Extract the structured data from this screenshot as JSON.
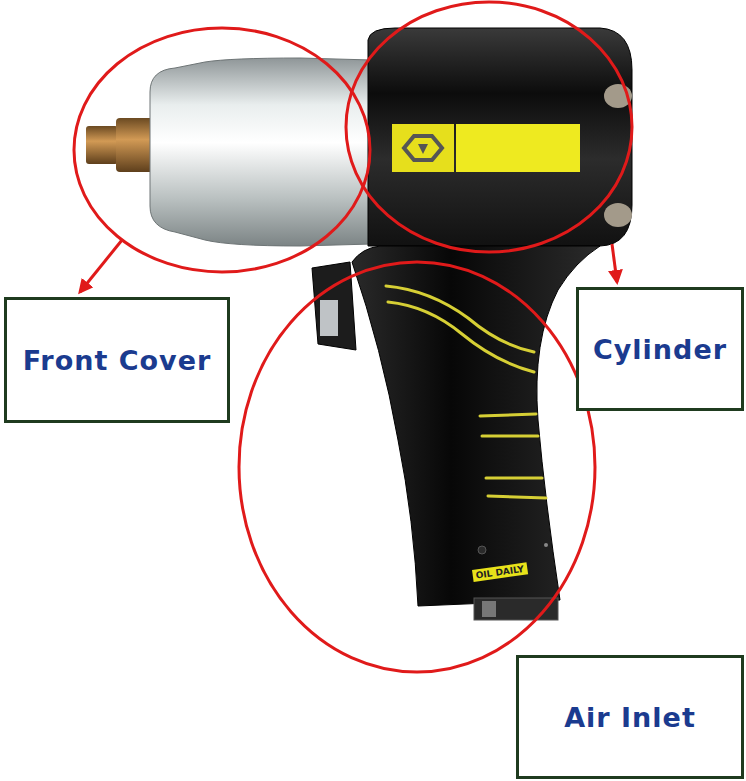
{
  "diagram": {
    "nodes": [
      {
        "text": [
          "Front Cover"
        ]
      },
      {
        "text": [
          "Cylinder"
        ]
      },
      {
        "text": [
          "Air Inlet"
        ]
      }
    ],
    "labels": [
      "OIL DAILY"
    ]
  }
}
